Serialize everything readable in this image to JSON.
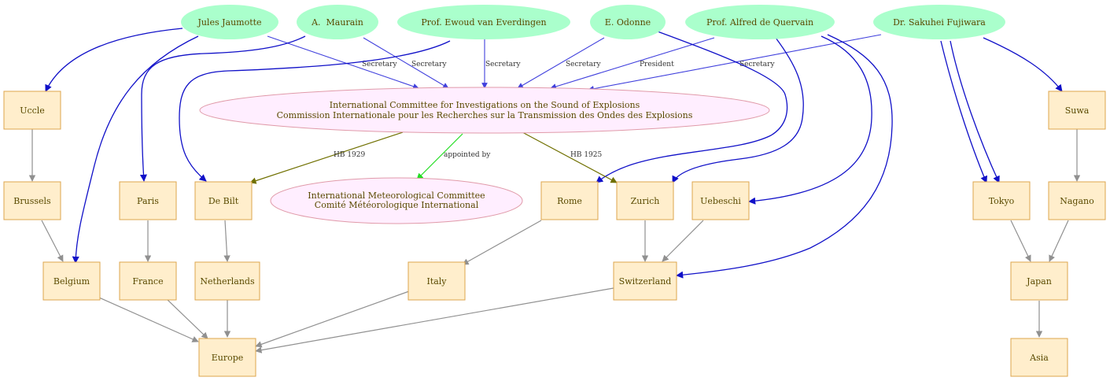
{
  "colors": {
    "person_fill": "#aaffcc",
    "place_fill": "#ffeecc",
    "place_stroke": "#dda54c",
    "org_fill": "#ffeeff",
    "org_stroke": "#e09aa9",
    "person_edge": "#1010c8",
    "role_edge": "#4040dd",
    "geo_edge": "#909090",
    "hb_edge": "#707000",
    "appointed_edge": "#22dd22"
  },
  "people": {
    "jaumotte": "Jules Jaumotte",
    "maurain": "A.  Maurain",
    "everdingen": "Prof. Ewoud van Everdingen",
    "odonne": "E. Odonne",
    "quervain": "Prof. Alfred de Quervain",
    "fujiwara": "Dr. Sakuhei Fujiwara"
  },
  "committee": {
    "line1": "International Committee for Investigations on the Sound of Explosions",
    "line2": "Commission Internationale pour les Recherches sur la Transmission des Ondes des Explosions"
  },
  "met_committee": {
    "line1": "International Meteorological Committee",
    "line2": "Comité Météorologique International"
  },
  "places": {
    "uccle": "Uccle",
    "brussels": "Brussels",
    "belgium": "Belgium",
    "paris": "Paris",
    "france": "France",
    "debilt": "De Bilt",
    "netherlands": "Netherlands",
    "europe": "Europe",
    "rome": "Rome",
    "italy": "Italy",
    "zurich": "Zurich",
    "uebeschi": "Uebeschi",
    "switzerland": "Switzerland",
    "suwa": "Suwa",
    "nagano": "Nagano",
    "tokyo": "Tokyo",
    "japan": "Japan",
    "asia": "Asia"
  },
  "edge_labels": {
    "secretary_jaumotte": "Secretary",
    "secretary_maurain": "Secretary",
    "secretary_everdingen": "Secretary",
    "secretary_odonne": "Secretary",
    "president_quervain": "President",
    "secretary_fujiwara": "Secretary",
    "hb_1929": "HB 1929",
    "hb_1925": "HB 1925",
    "appointed_by": "appointed by"
  }
}
